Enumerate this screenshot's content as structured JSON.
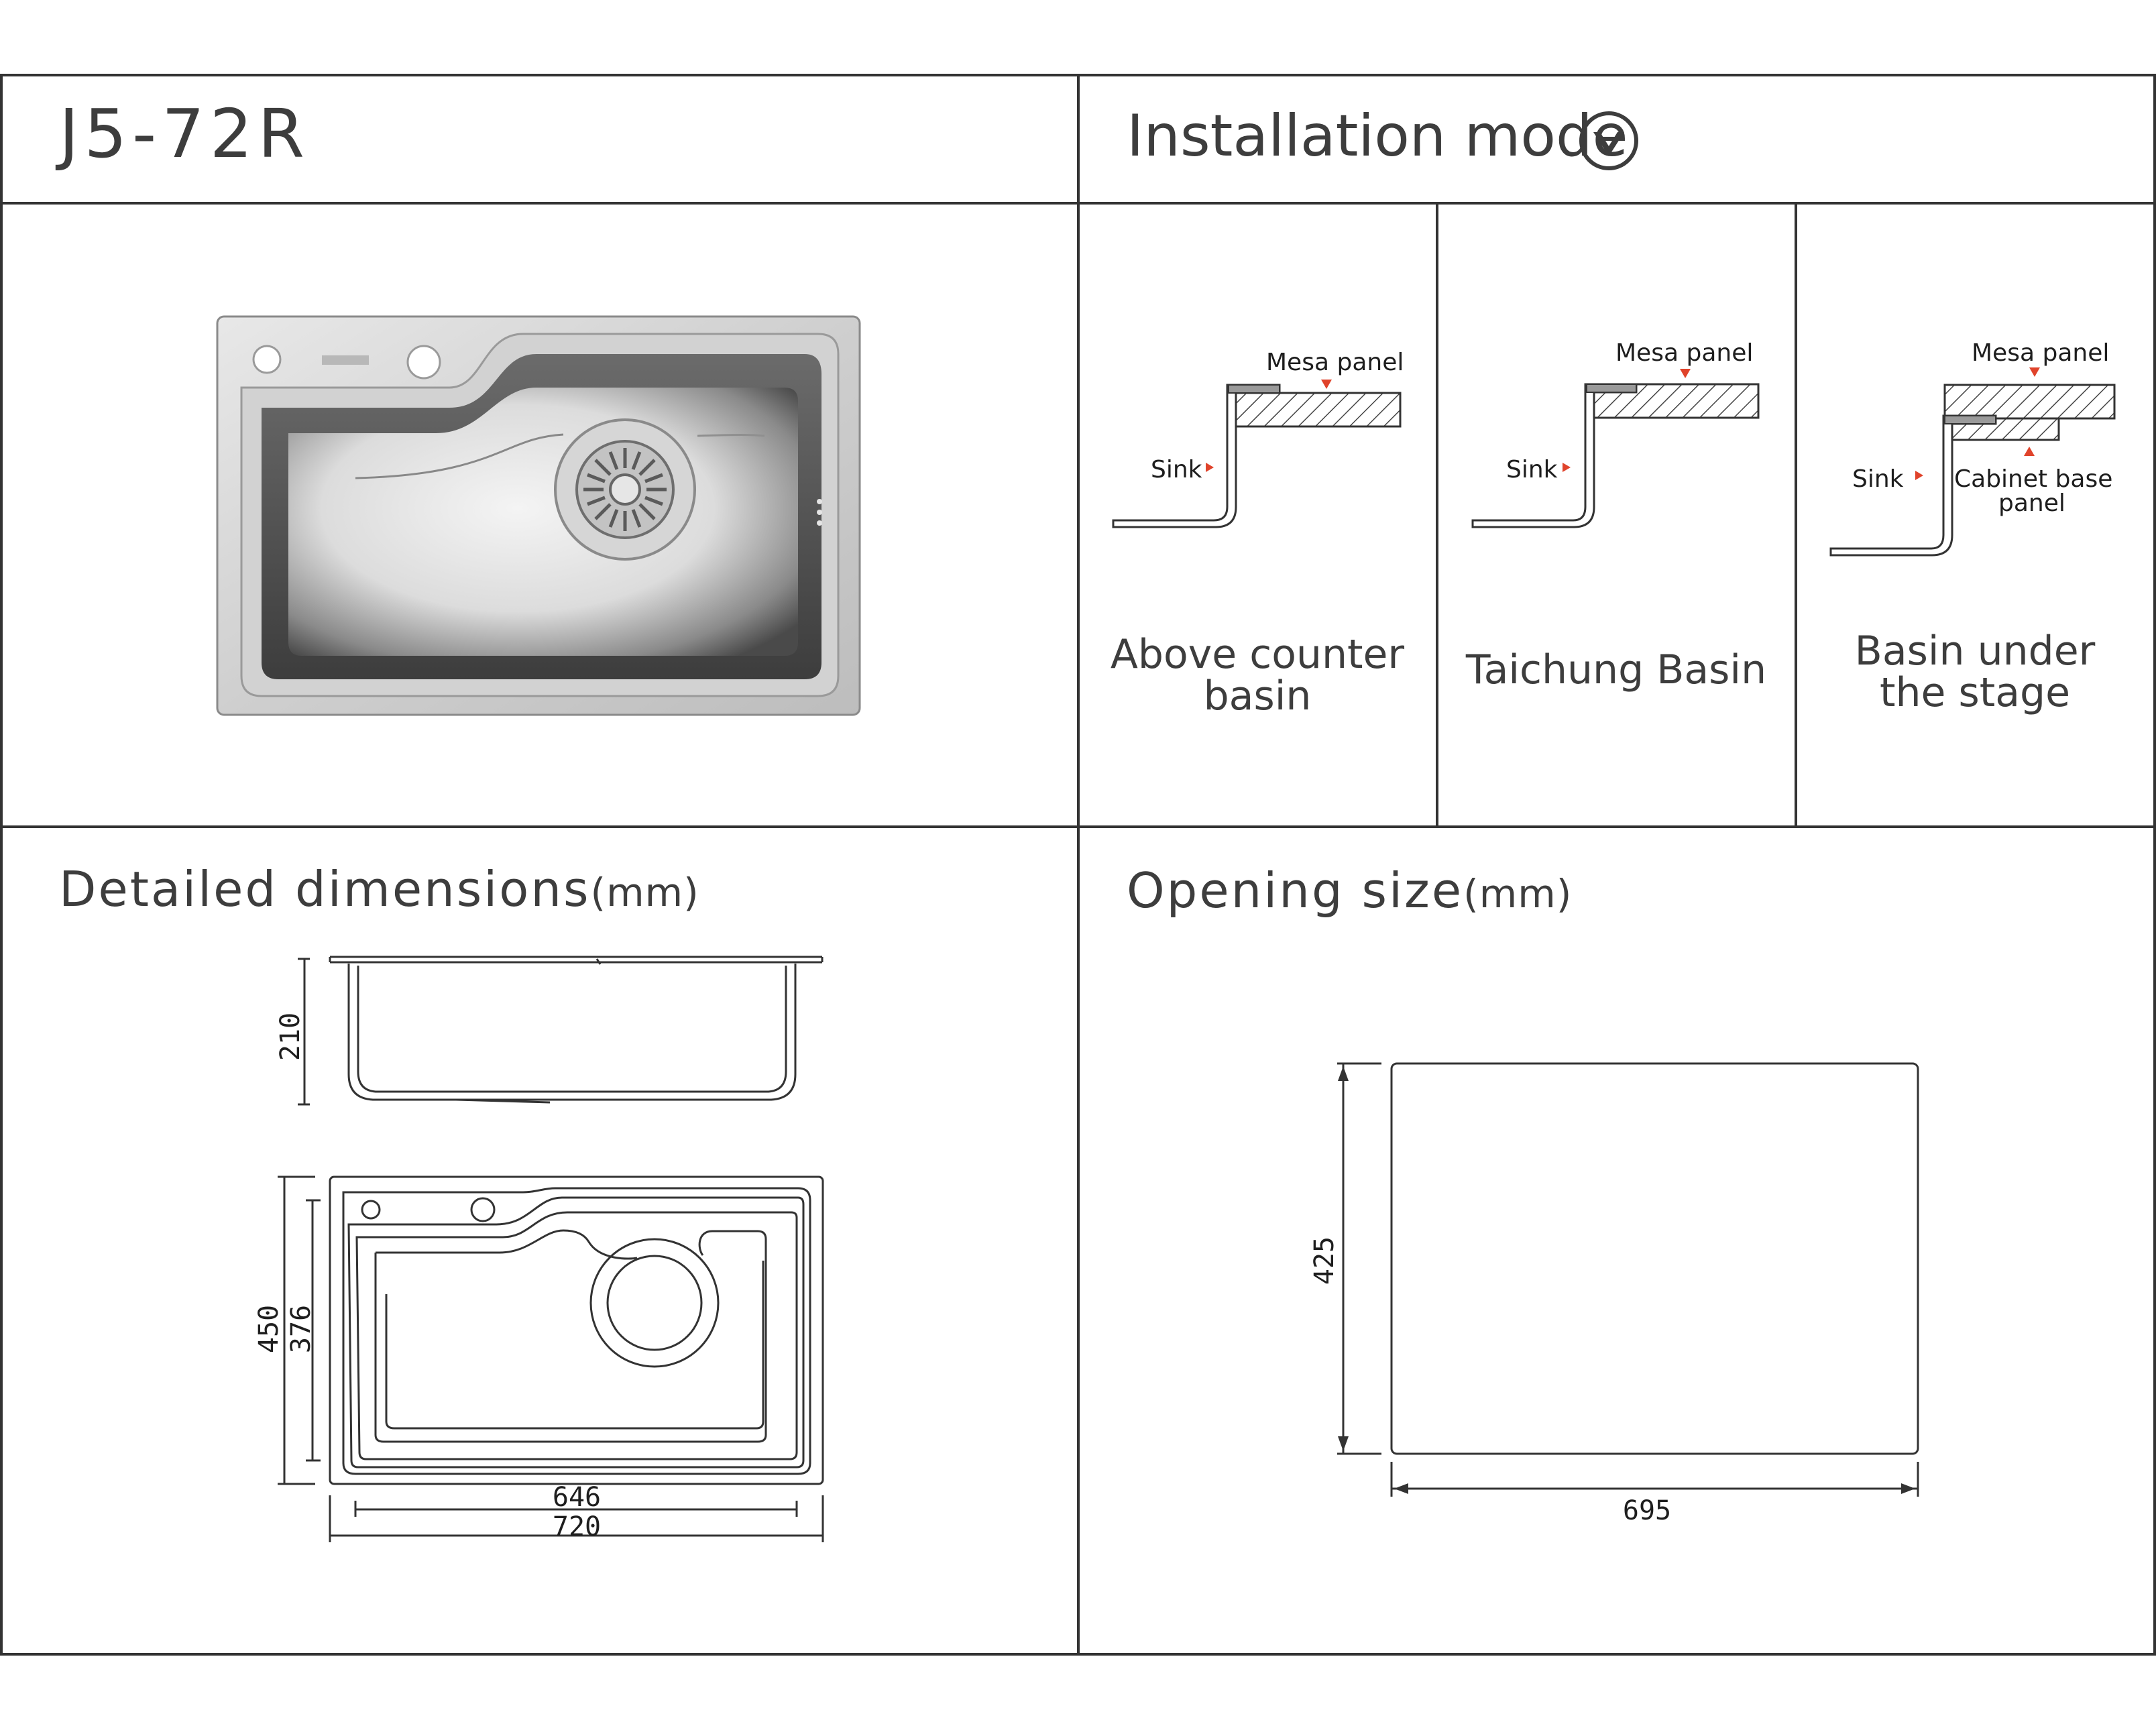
{
  "header": {
    "model": "J5-72R",
    "installation_title": "Installation mode"
  },
  "installation_modes": [
    {
      "caption": "Above counter\nbasin",
      "sink_label": "Sink",
      "panel_label": "Mesa panel"
    },
    {
      "caption": "Taichung Basin",
      "sink_label": "Sink",
      "panel_label": "Mesa panel"
    },
    {
      "caption": "Basin under\nthe stage",
      "sink_label": "Sink",
      "panel_label": "Mesa panel",
      "cabinet_label": "Cabinet base",
      "cabinet_label_2": "panel"
    }
  ],
  "dimensions": {
    "title": "Detailed dimensions",
    "unit": "(mm)",
    "depth": "210",
    "outer_length": "720",
    "inner_length": "646",
    "outer_width": "450",
    "inner_width": "376"
  },
  "opening": {
    "title": "Opening size",
    "unit": "(mm)",
    "width": "695",
    "height": "425"
  },
  "colors": {
    "frame": "#333333",
    "arrow": "#e0432b",
    "text": "#3d3d3d"
  },
  "icons": {
    "installation": "chevron-down-circle-icon"
  }
}
